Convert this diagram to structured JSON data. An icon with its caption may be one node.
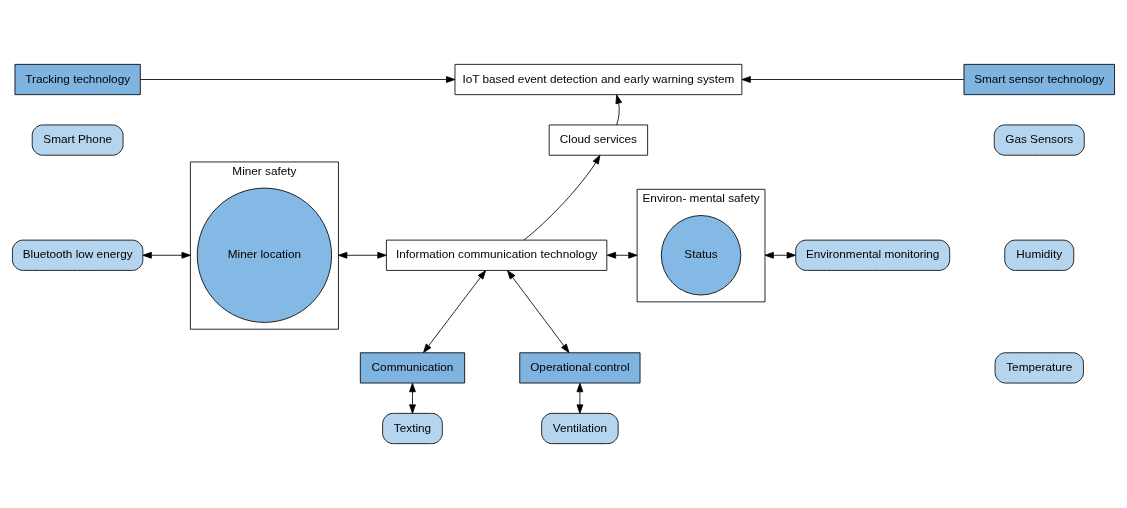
{
  "diagram": {
    "nodes": [
      {
        "text": [
          "Tracking technology"
        ]
      },
      {
        "text": [
          "IoT based event detection and early warning system"
        ]
      },
      {
        "text": [
          "Smart sensor technology"
        ]
      },
      {
        "text": [
          "Miner safety"
        ]
      },
      {
        "text": [
          "Miner location"
        ],
        "in": 3
      },
      {
        "text": [
          "Cloud services"
        ]
      },
      {
        "text": [
          "Information communication technology"
        ]
      },
      {
        "text": [
          "Environ- mental safety"
        ]
      },
      {
        "text": [
          "Status"
        ],
        "in": 7
      },
      {
        "text": [
          "Smart Phone"
        ]
      },
      {
        "text": [
          "Bluetooth low energy"
        ]
      },
      {
        "text": [
          "Gas Sensors"
        ]
      },
      {
        "text": [
          "Humidity"
        ]
      },
      {
        "text": [
          "Temperature"
        ]
      },
      {
        "text": [
          "Environmental monitoring"
        ]
      },
      {
        "text": [
          "Communication"
        ]
      },
      {
        "text": [
          "Operational control"
        ]
      },
      {
        "text": [
          "Texting"
        ]
      },
      {
        "text": [
          "Ventilation"
        ]
      }
    ],
    "edges": [
      {
        "from": 0,
        "to": 1,
        "arrow": "to"
      },
      {
        "from": 2,
        "to": 1,
        "arrow": "to"
      },
      {
        "from": 5,
        "to": 1,
        "arrow": "to"
      },
      {
        "from": 6,
        "to": 5,
        "arrow": "to"
      },
      {
        "from": 3,
        "to": 6,
        "arrow": "both"
      },
      {
        "from": 6,
        "to": 7,
        "arrow": "both"
      },
      {
        "from": 10,
        "to": 3,
        "arrow": "both"
      },
      {
        "from": 7,
        "to": 14,
        "arrow": "both"
      },
      {
        "from": 6,
        "to": 15,
        "arrow": "both"
      },
      {
        "from": 6,
        "to": 16,
        "arrow": "both"
      },
      {
        "from": 15,
        "to": 17,
        "arrow": "both"
      },
      {
        "from": 16,
        "to": 18,
        "arrow": "both"
      }
    ]
  }
}
